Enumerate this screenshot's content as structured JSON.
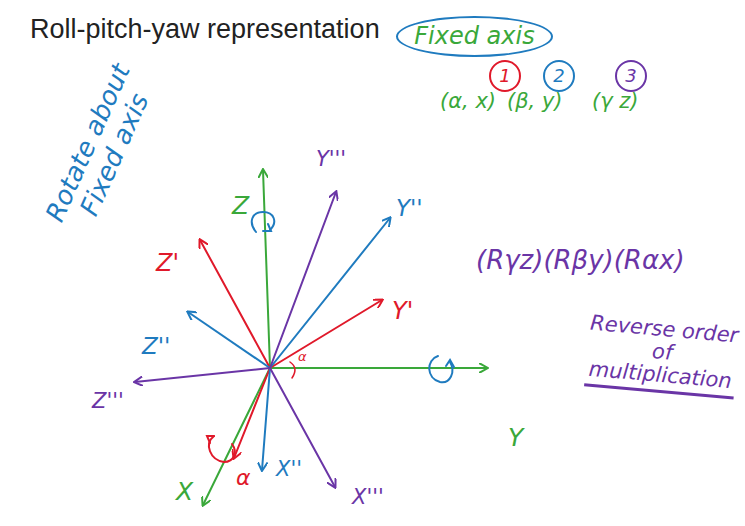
{
  "diagram": {
    "title": "Roll-pitch-yaw representation",
    "nodes": [
      {
        "text": [
          "Fixed axis"
        ]
      },
      {
        "text": [
          "1"
        ]
      },
      {
        "text": [
          "2"
        ]
      },
      {
        "text": [
          "3"
        ]
      }
    ],
    "labels": [
      "(α, x)",
      "(β, y)",
      "(γ z)",
      "Rotate about Fixed axis",
      "(Rγz)(Rβy)(Rαx)",
      "Reverse order of multiplication",
      "Z",
      "Y",
      "X",
      "Z'",
      "Y'",
      "Z''",
      "Y''",
      "X''",
      "Y'''",
      "Z'''",
      "X'''",
      "α",
      "α"
    ]
  }
}
